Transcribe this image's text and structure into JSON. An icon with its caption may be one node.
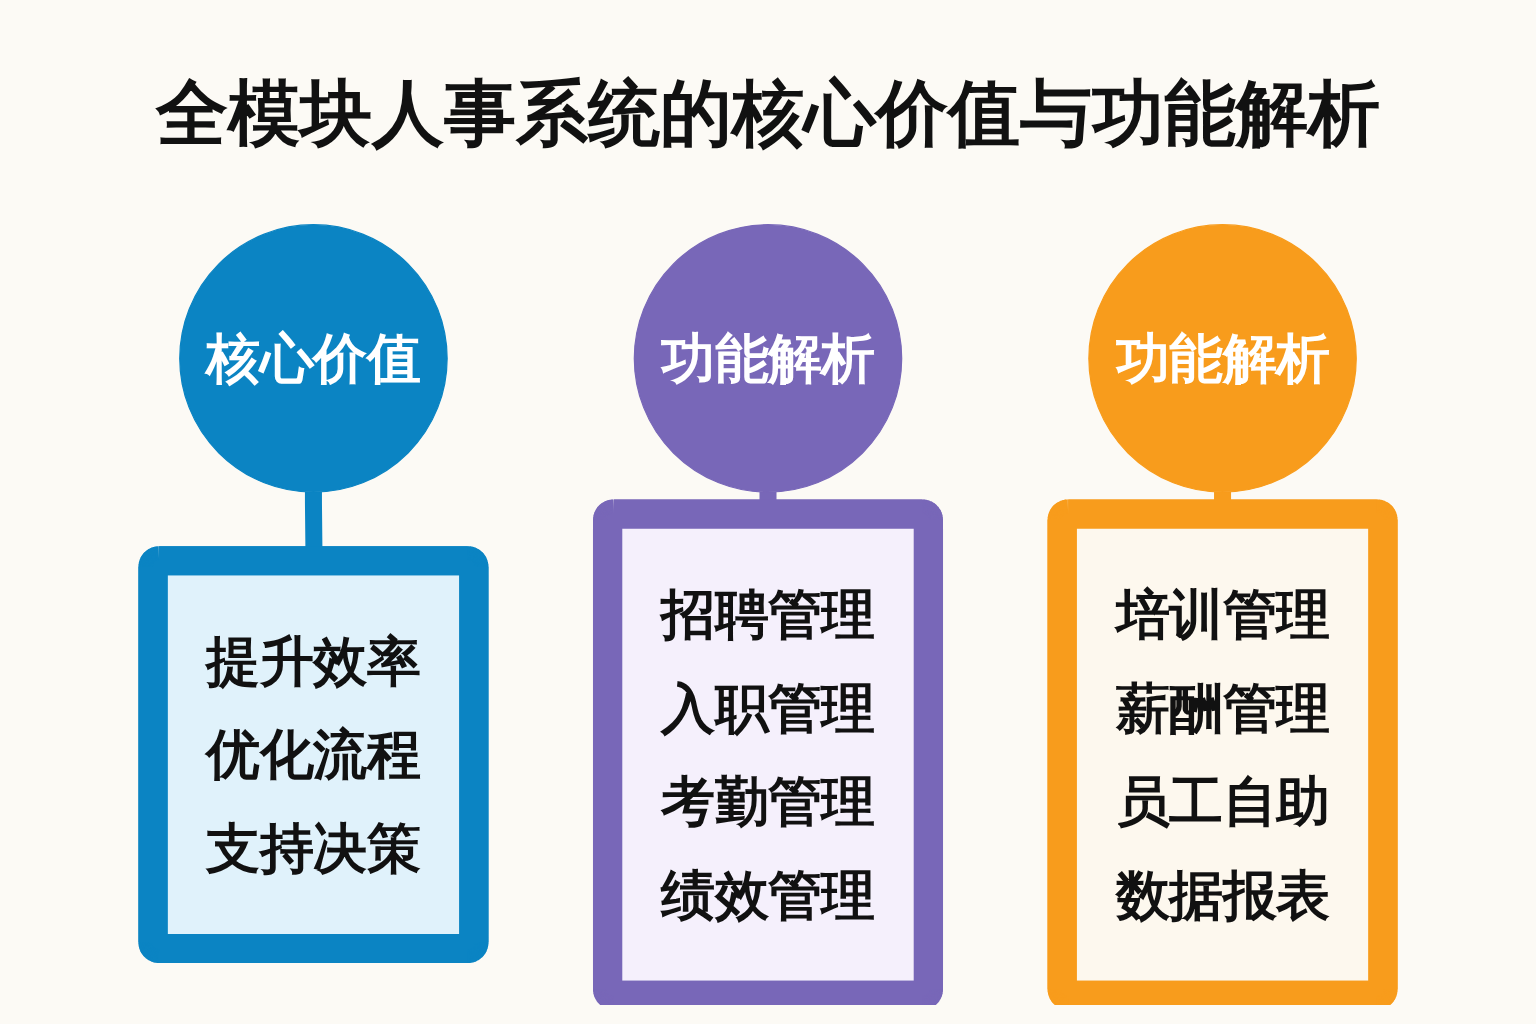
{
  "diagram": {
    "title": "全模块人事系统的核心价值与功能解析",
    "nodes": [
      {
        "text": [
          "核心价值"
        ]
      },
      {
        "text": [
          "功能解析"
        ]
      },
      {
        "text": [
          "功能解析"
        ]
      },
      {
        "text": [
          "提升效率",
          "优化流程",
          "支持决策"
        ]
      },
      {
        "text": [
          "招聘管理",
          "入职管理",
          "考勤管理",
          "绩效管理"
        ]
      },
      {
        "text": [
          "培训管理",
          "薪酬管理",
          "员工自助",
          "数据报表"
        ]
      }
    ],
    "edges": [
      {
        "from": 0,
        "to": 3,
        "arrow": "none",
        "color": "#0b84c3"
      },
      {
        "from": 1,
        "to": 4,
        "arrow": "none",
        "color": "#7867b8"
      },
      {
        "from": 2,
        "to": 5,
        "arrow": "none",
        "color": "#f89c1c"
      }
    ]
  }
}
